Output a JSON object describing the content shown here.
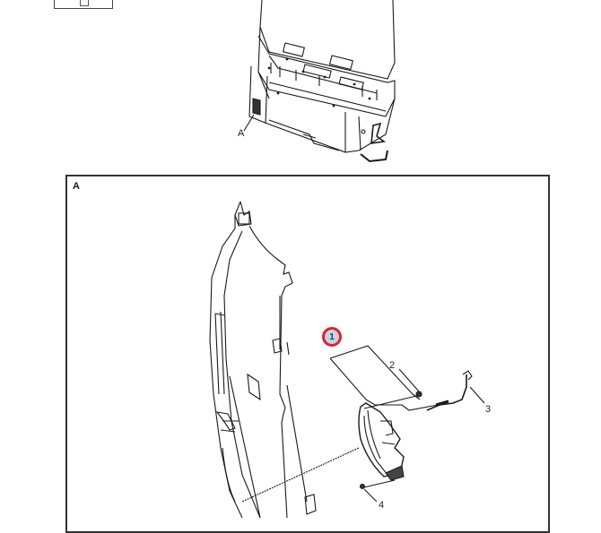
{
  "diagram": {
    "type": "exploded-parts-view",
    "overview": {
      "view_label": "A",
      "description": "Rear seatback / door module overview with callout A"
    },
    "detail": {
      "view_label": "A",
      "callouts": [
        {
          "id": "1",
          "label": "1",
          "highlighted": true
        },
        {
          "id": "2",
          "label": "2"
        },
        {
          "id": "3",
          "label": "3"
        },
        {
          "id": "4",
          "label": "4"
        }
      ]
    },
    "colors": {
      "line": "#1a1a1a",
      "highlight_ring": "#d9262e",
      "highlight_fill": "#c6d2e8",
      "background": "#ffffff"
    }
  }
}
